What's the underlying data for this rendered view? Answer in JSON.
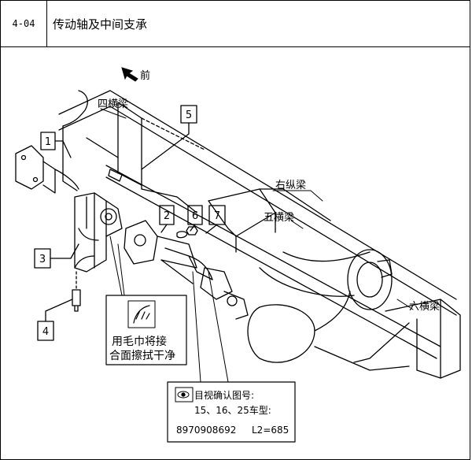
{
  "header": {
    "code": "4-04",
    "title": "传动轴及中间支承"
  },
  "diagram": {
    "front_label": "前",
    "beams": {
      "fourth": "四横梁",
      "fifth": "五横梁",
      "sixth": "六横梁",
      "right_rail": "右纵梁"
    },
    "callouts": [
      "1",
      "2",
      "3",
      "4",
      "5",
      "6",
      "7"
    ],
    "wipe_note": {
      "line1": "用毛巾将接",
      "line2": "合面擦拭干净"
    },
    "visual_check": {
      "title": "目视确认图号:",
      "models": "15、16、25车型:",
      "part_number": "8970908692",
      "length": "L2=685"
    }
  }
}
